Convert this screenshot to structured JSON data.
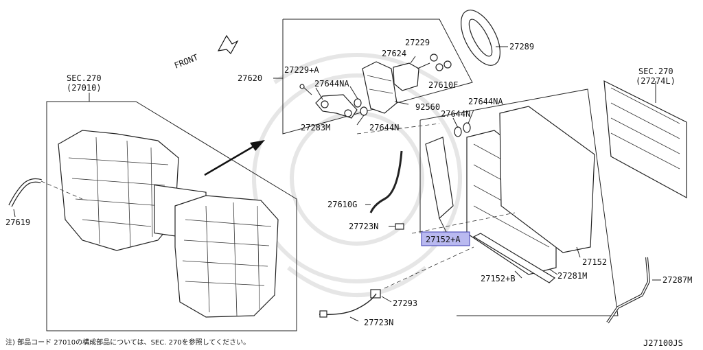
{
  "diagram": {
    "labels": {
      "sec_270_left": "SEC.270",
      "sec_270_left_sub": "(27010)",
      "front": "FRONT",
      "p27620": "27620",
      "p27229a": "27229+A",
      "p27644na_a": "27644NA",
      "p27283m": "27283M",
      "p27644n_a": "27644N",
      "p92560": "92560",
      "p27624": "27624",
      "p27229": "27229",
      "p27610f": "27610F",
      "p27289": "27289",
      "p27644na_b": "27644NA",
      "p27644n_b": "27644N",
      "sec_270_right": "SEC.270",
      "sec_270_right_sub": "(27274L)",
      "p27619": "27619",
      "p27610g": "27610G",
      "p27723n_a": "27723N",
      "p27152a": "27152+A",
      "p27152": "27152",
      "p27281m": "27281M",
      "p27152b": "27152+B",
      "p27287m": "27287M",
      "p27293": "27293",
      "p27723n_b": "27723N"
    },
    "footnote": "注) 部品コード 27010の構成部品については、SEC. 270を参照してください。",
    "diagram_code": "J27100JS",
    "highlight_color": "#b9b9f0"
  }
}
